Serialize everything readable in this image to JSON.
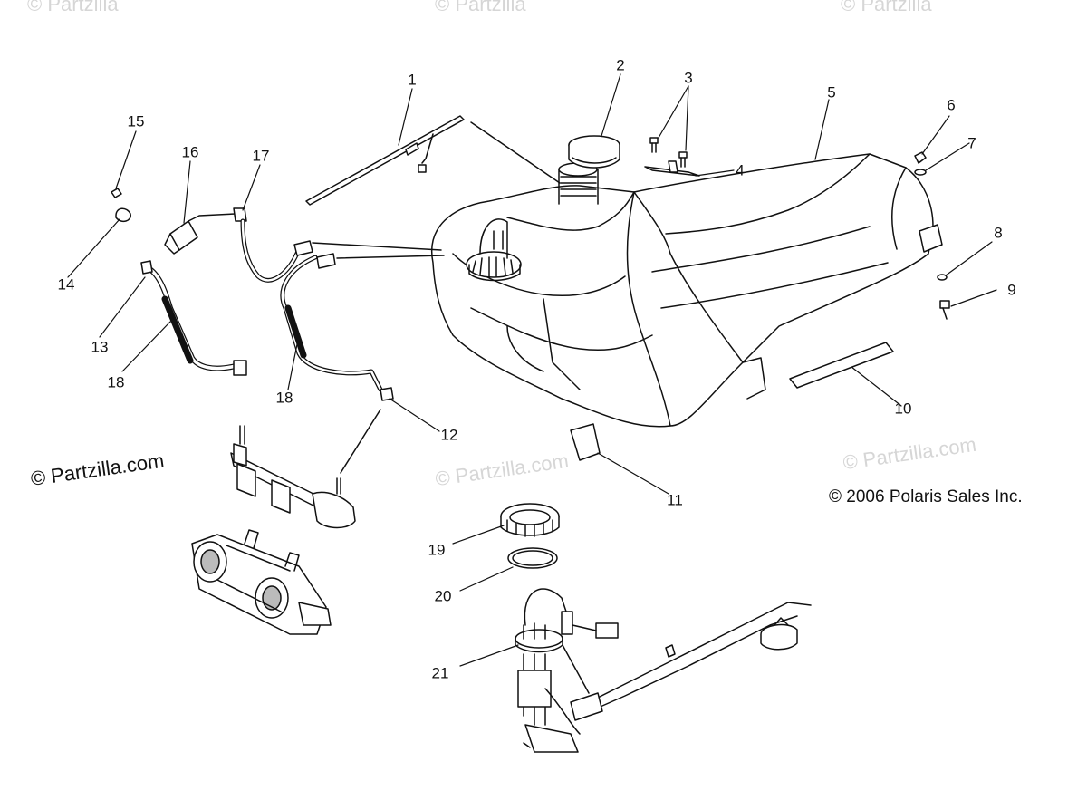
{
  "watermarks": {
    "top_left": "© Partzilla",
    "top_center": "© Partzilla",
    "top_right": "© Partzilla",
    "mid_center": "© Partzilla.com",
    "mid_right": "© Partzilla.com",
    "main": "© Partzilla.com"
  },
  "copyright": "© 2006 Polaris Sales Inc.",
  "callouts": [
    "1",
    "2",
    "3",
    "4",
    "5",
    "6",
    "7",
    "8",
    "9",
    "10",
    "11",
    "12",
    "13",
    "14",
    "15",
    "16",
    "17",
    "18",
    "18",
    "19",
    "20",
    "21"
  ],
  "colors": {
    "line": "#111111",
    "fill": "#ffffff",
    "shade": "#b9b9b9",
    "watermark": "#d6d6d6"
  }
}
